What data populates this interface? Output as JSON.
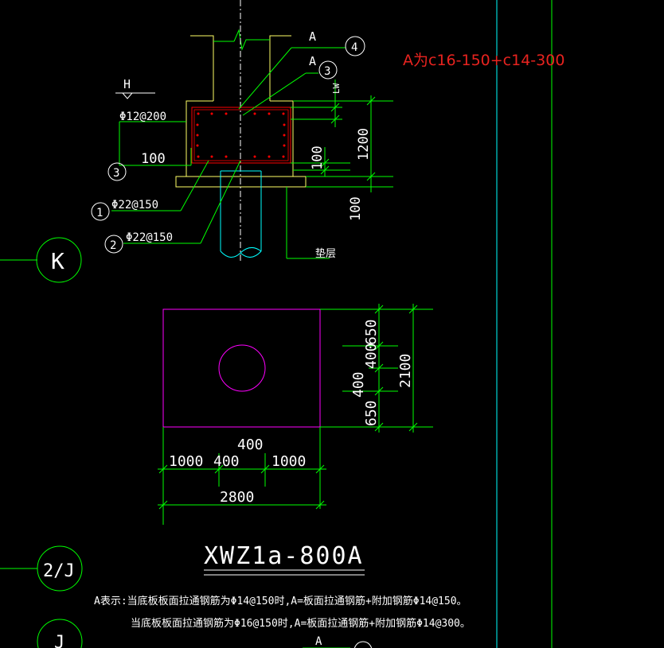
{
  "annotation": {
    "text": "A为c16-150+c14-300",
    "color": "#e8231f"
  },
  "section": {
    "label_A_top": "A",
    "label_A_mid": "A",
    "bubble_4": "4",
    "bubble_3_top": "3",
    "bubble_3_left": "3",
    "bubble_1": "1",
    "bubble_2": "2",
    "level_mark": "H",
    "stirrup": "Φ12@200",
    "rebar_1": "Φ22@150",
    "rebar_2": "Φ22@150",
    "cover_left": "100",
    "dim_1200": "1200",
    "dim_100_inner": "100",
    "dim_100_pad": "100",
    "dim_lw": "LW",
    "cushion": "垫层"
  },
  "grid_axes": {
    "k": "K",
    "two_j": "2/J",
    "j": "J"
  },
  "plan": {
    "dim_650_top": "650",
    "dim_400_a": "400",
    "dim_400_b": "400",
    "dim_650_bottom": "650",
    "dim_2100": "2100",
    "dim_400_horizontal": "400",
    "dim_1000_left": "1000",
    "dim_400_center": "400",
    "dim_1000_right": "1000",
    "dim_2800": "2800"
  },
  "title": "XWZ1a-800A",
  "notes": {
    "line1": "A表示:当底板板面拉通钢筋为Φ14@150时,A=板面拉通钢筋+附加钢筋Φ14@150。",
    "line2": "当底板板面拉通钢筋为Φ16@150时,A=板面拉通钢筋+附加钢筋Φ14@300。",
    "bottom_A": "A"
  },
  "colors": {
    "line": "#00ff00",
    "text": "#ffffff",
    "pile": "#00ffff",
    "magenta": "#ff00ff",
    "rebar": "#ff0000",
    "concrete": "#ffff66",
    "background": "#000000"
  }
}
